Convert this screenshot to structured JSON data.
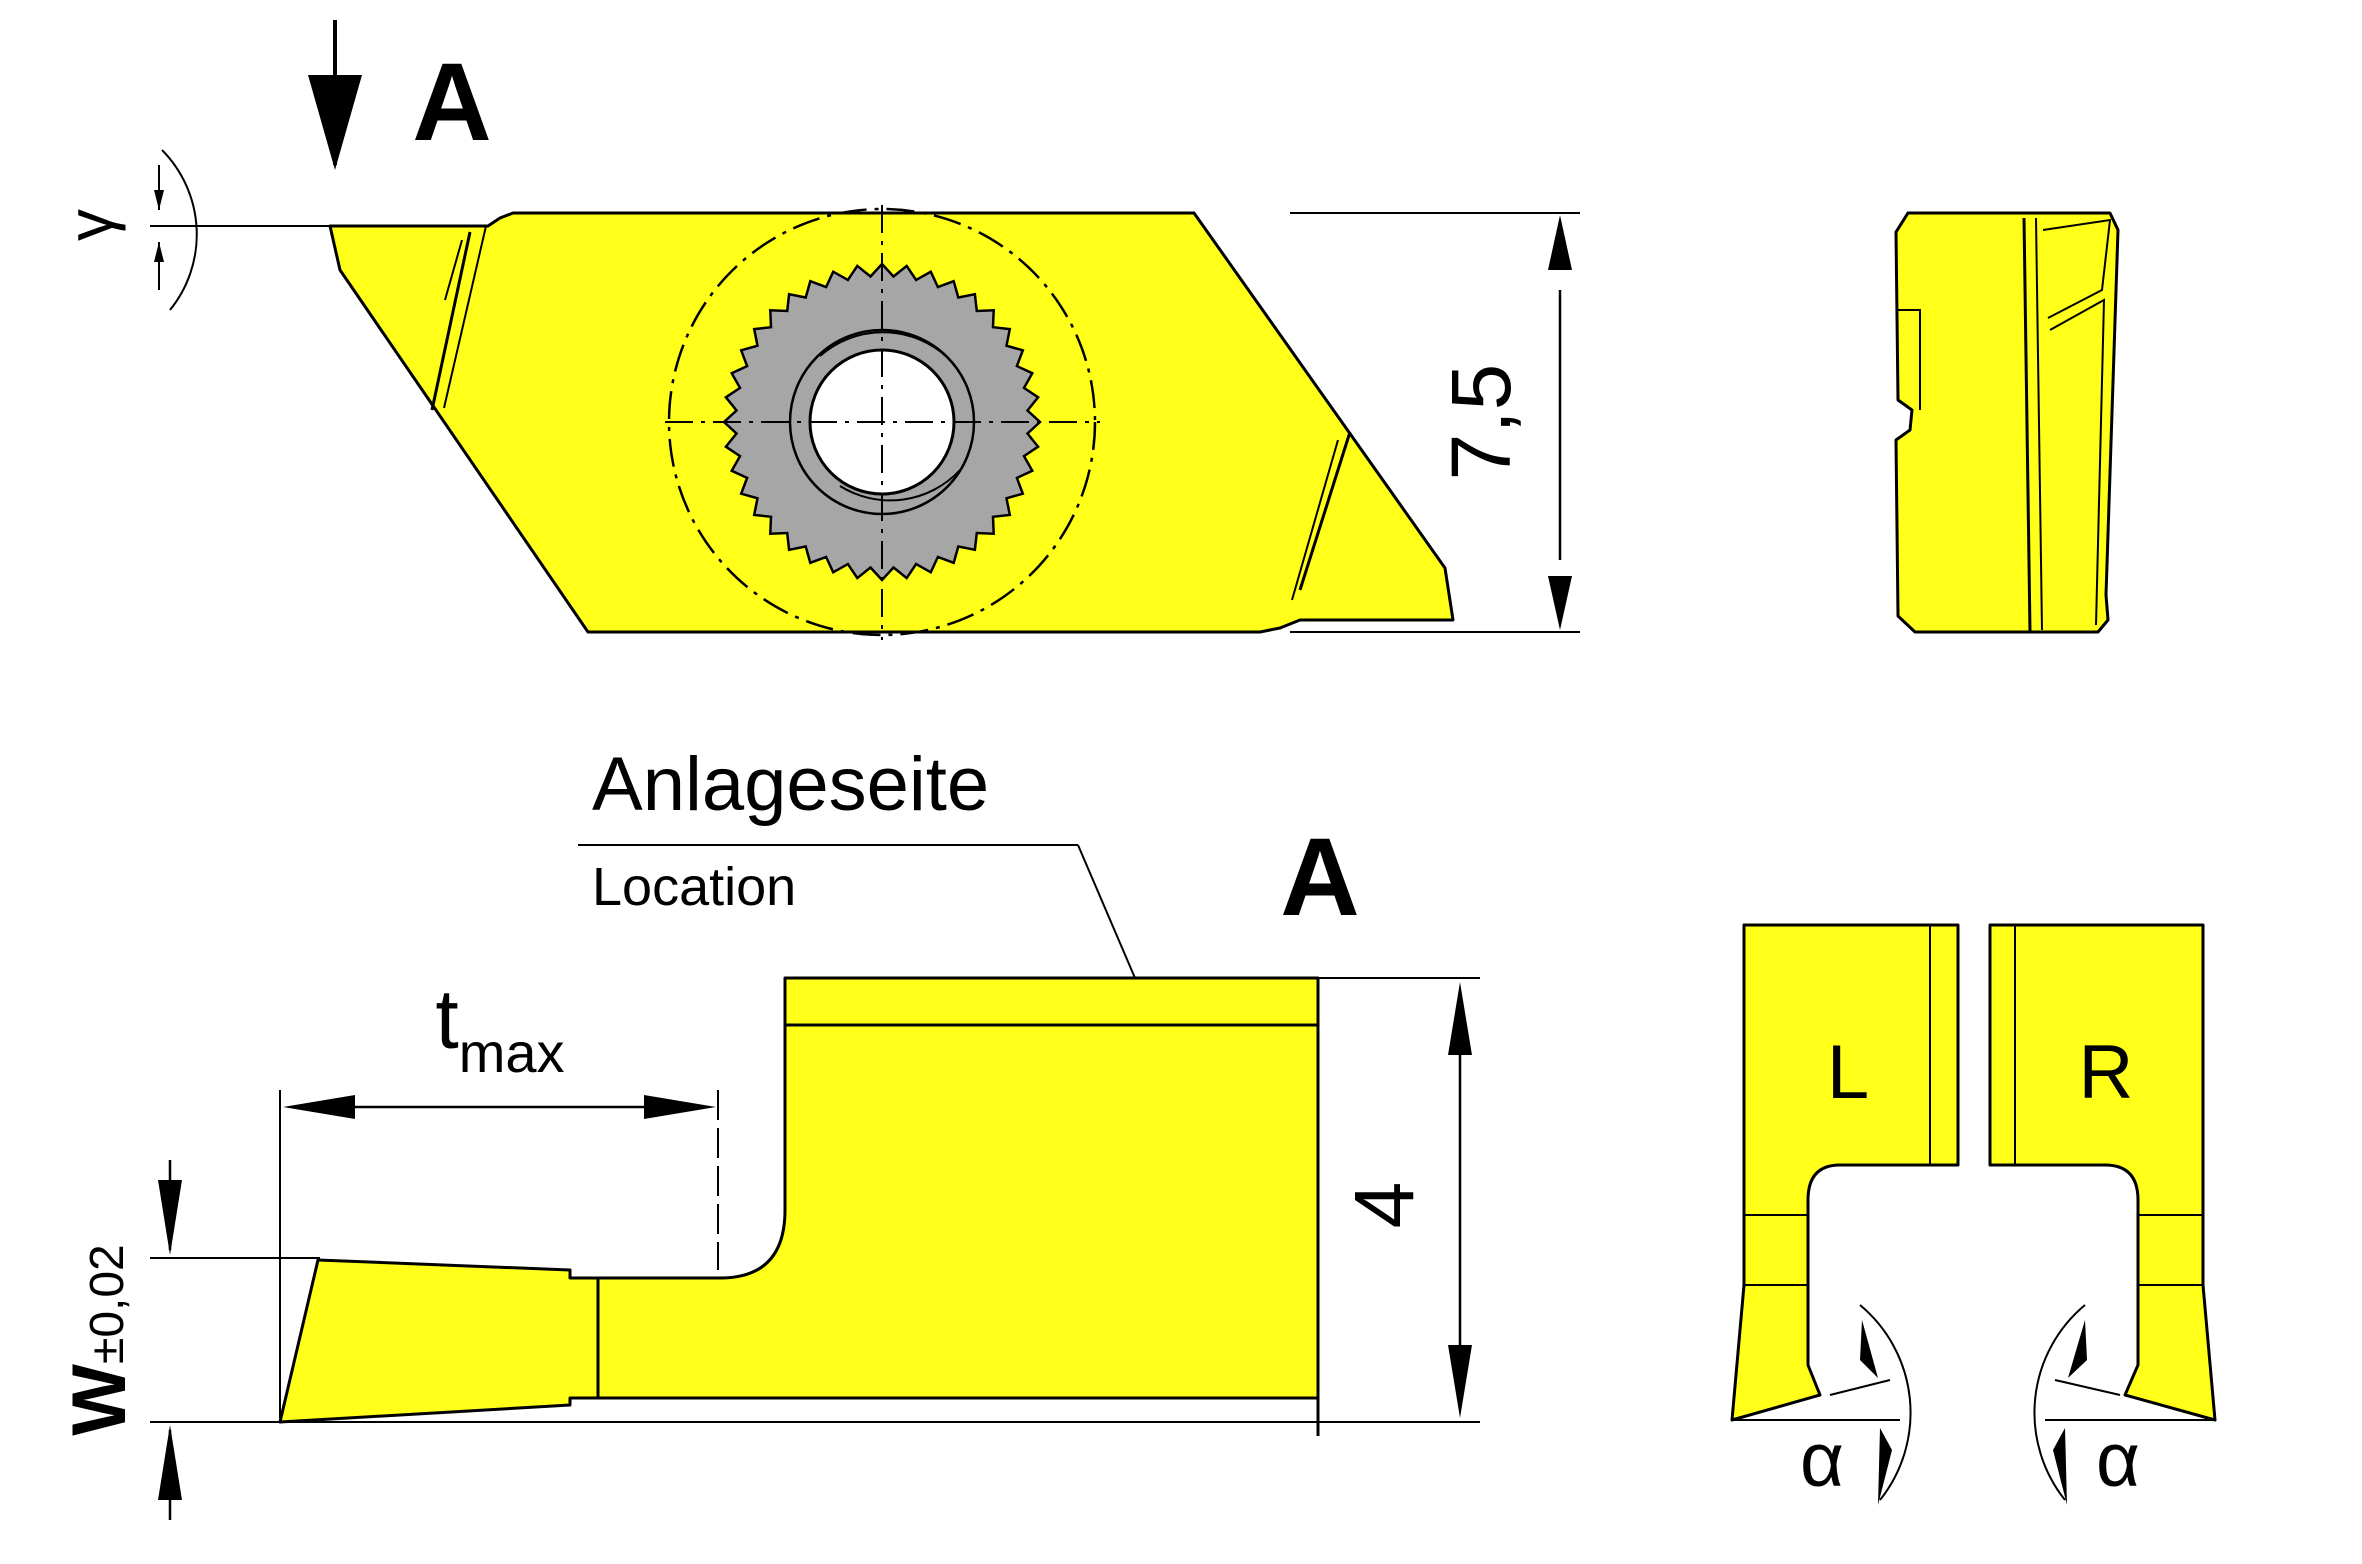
{
  "colors": {
    "insert_fill": "#ffff1a",
    "clamp_ring": "#a6a6a6",
    "outline": "#000000",
    "background": "#ffffff"
  },
  "labels": {
    "section_a_top": "A",
    "section_a_bottom": "A",
    "gamma": "γ",
    "height_dim": "7,5",
    "anlageseite": "Anlageseite",
    "location": "Location",
    "t_main": "t",
    "t_sub": "max",
    "w_main": "W",
    "w_sub": "±0,02",
    "thickness_dim": "4",
    "left_hand": "L",
    "right_hand": "R",
    "alpha_left": "α",
    "alpha_right": "α"
  }
}
